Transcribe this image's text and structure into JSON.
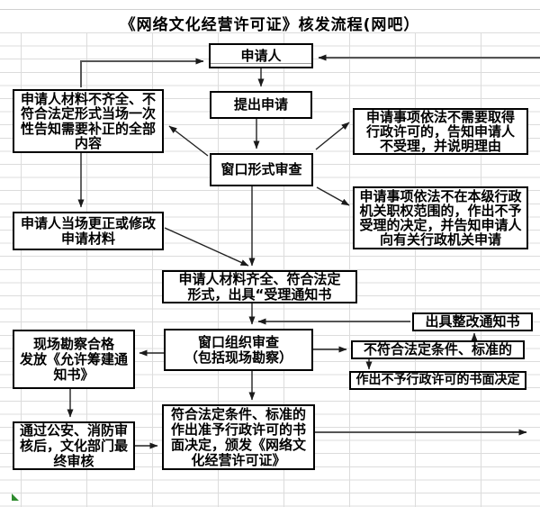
{
  "title": "《网络文化经营许可证》核发流程(网吧）",
  "colors": {
    "box_border": "#000000",
    "arrow_dark": "#222222",
    "arrow_grey": "#555555",
    "grid_line": "#dcdcdc",
    "corner_marker_green": "#2e8b2e"
  },
  "nodes": {
    "applicant": {
      "label": "申请人"
    },
    "submit_application": {
      "label": "提出申请"
    },
    "window_format_review": {
      "label": "窗口形式审查"
    },
    "materials_incomplete": {
      "label": "申请人材料不齐全、不\n符合法定形式当场一次\n性告知需要补正的全部\n内容"
    },
    "onsite_correction": {
      "label": "申请人当场更正或修改\n申请材料"
    },
    "no_license_required": {
      "label": "申请事项依法不需要取得\n行政许可的，告知申请人\n不受理，并说明理由"
    },
    "outside_jurisdiction": {
      "label": "申请事项依法不在本级行政\n机关职权范围的，作出不予\n受理的决定，并告知申请人\n向有关行政机关申请"
    },
    "materials_complete": {
      "label": "申请人材料齐全、符合法定\n形式，出具“受理通知书"
    },
    "rectification_notice": {
      "label": "出具整改通知书"
    },
    "window_org_review": {
      "label": "窗口组织审查\n（包括现场勘察）"
    },
    "not_meet_standards": {
      "label": "不符合法定条件、标准的"
    },
    "written_denial": {
      "label": "作出不予行政许可的书面决定"
    },
    "site_inspection_pass": {
      "label": "现场勘察合格\n发放《允许筹建通\n知书》"
    },
    "final_review": {
      "label": "通过公安、消防审\n核后，文化部门最\n终审核"
    },
    "approval_issue_license": {
      "label": "符合法定条件、标准的\n作出准予行政许可的书\n面决定，颁发《网络文\n化经营许可证》"
    }
  }
}
